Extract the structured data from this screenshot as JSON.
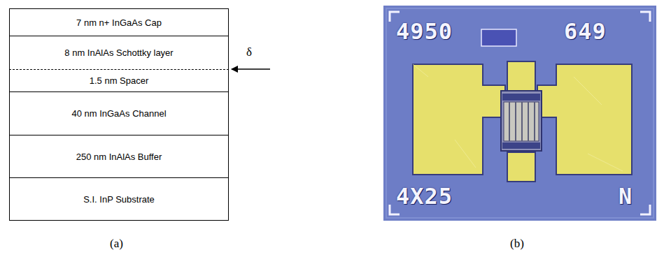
{
  "diagram": {
    "nodes": [
      {
        "text": [
          "7 nm n+ InGaAs Cap"
        ]
      },
      {
        "text": [
          "8 nm InAlAs Schottky layer"
        ]
      },
      {
        "text": [
          "1.5 nm Spacer"
        ]
      },
      {
        "text": [
          "40 nm InGaAs Channel"
        ]
      },
      {
        "text": [
          "250 nm InAlAs Buffer"
        ]
      },
      {
        "text": [
          "S.I. InP Substrate"
        ]
      }
    ],
    "labels": [
      "δ",
      "4950",
      "649",
      "4X25",
      "N",
      "(a)",
      "(b)"
    ]
  }
}
